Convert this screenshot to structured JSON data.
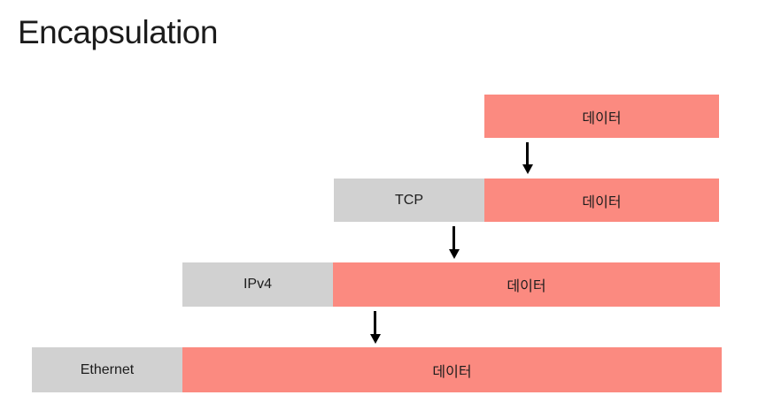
{
  "title": "Encapsulation",
  "colors": {
    "payload_fill": "#FB8A80",
    "header_fill": "#D1D1D1",
    "text": "#1C1C1C",
    "arrow": "#000000",
    "background": "#FFFFFF"
  },
  "diagram": {
    "type": "encapsulation-stack",
    "rows": [
      {
        "payload_label": "데이터"
      },
      {
        "header_label": "TCP",
        "payload_label": "데이터"
      },
      {
        "header_label": "IPv4",
        "payload_label": "데이터"
      },
      {
        "header_label": "Ethernet",
        "payload_label": "데이터"
      }
    ],
    "arrows": [
      {
        "direction": "down",
        "from_row": 1,
        "to_row": 2
      },
      {
        "direction": "down",
        "from_row": 2,
        "to_row": 3
      },
      {
        "direction": "down",
        "from_row": 3,
        "to_row": 4
      }
    ]
  }
}
